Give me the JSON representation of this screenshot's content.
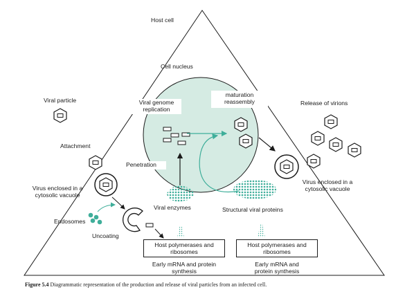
{
  "labels": {
    "host_cell": "Host cell",
    "cell_nucleus": "Cell nucleus",
    "viral_particle": "Viral particle",
    "viral_genome_replication_1": "Viral genome",
    "viral_genome_replication_2": "replication",
    "maturation_reassembly_1": "maturation",
    "maturation_reassembly_2": "reassembly",
    "release_of_virions": "Release of virions",
    "attachment": "Attachment",
    "penetration": "Penetration",
    "virus_enclosed_left_1": "Virus enclosed in a",
    "virus_enclosed_left_2": "cytosolic vacuole",
    "virus_enclosed_right_1": "Virus enclosed in a",
    "virus_enclosed_right_2": "cytosolic vacuole",
    "endosomes": "Endosomes",
    "uncoating": "Uncoating",
    "viral_enzymes": "Viral enzymes",
    "structural_viral_proteins": "Structural viral proteins",
    "host_poly_left_1": "Host polymerases and",
    "host_poly_left_2": "ribosomes",
    "host_poly_right_1": "Host polymerases and",
    "host_poly_right_2": "ribosomes",
    "early_mrna_left_1": "Early mRNA and protein",
    "early_mrna_left_2": "synthesis",
    "early_mrna_right_1": "Early mRNA and",
    "early_mrna_right_2": "protein synthesis"
  },
  "caption": {
    "figure_label": "Figure 5.4",
    "text": "Diagrammatic representation of the production and release of viral particles from an infected cell."
  },
  "colors": {
    "nucleus_fill": "#d5ebe3",
    "teal": "#3fae9a",
    "line": "#1a1a1a"
  }
}
